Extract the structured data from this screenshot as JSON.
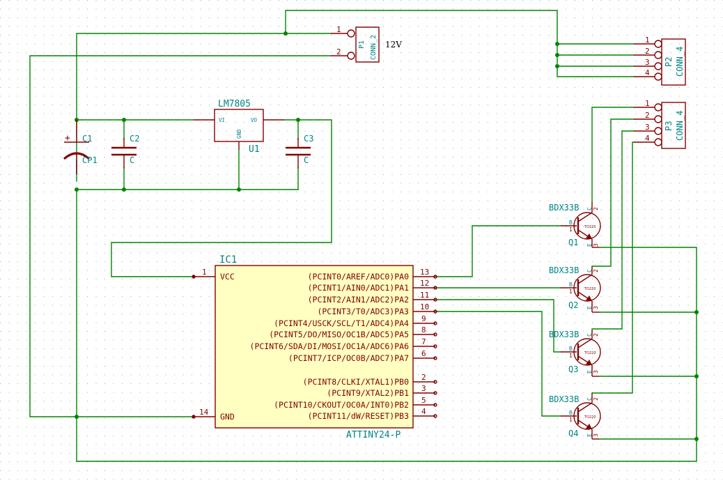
{
  "note_12v": "12V",
  "p1": {
    "ref": "P1",
    "value": "CONN_2",
    "pins": [
      "1",
      "2"
    ]
  },
  "p2": {
    "ref": "P2",
    "value": "CONN_4",
    "pins": [
      "1",
      "2",
      "3",
      "4"
    ]
  },
  "p3": {
    "ref": "P3",
    "value": "CONN_4",
    "pins": [
      "1",
      "2",
      "3",
      "4"
    ]
  },
  "c1": {
    "ref": "C1",
    "value": "CP1",
    "plus": "+"
  },
  "c2": {
    "ref": "C2",
    "value": "C"
  },
  "c3": {
    "ref": "C3",
    "value": "C"
  },
  "u1": {
    "ref": "U1",
    "value": "LM7805",
    "vi": "VI",
    "vo": "VO",
    "gnd": "GND"
  },
  "ic1": {
    "ref": "IC1",
    "value": "ATTINY24-P",
    "vcc": "VCC",
    "gnd": "GND",
    "vcc_pin": "1",
    "gnd_pin": "14",
    "right_pins": [
      {
        "num": "13",
        "name": "(PCINT0/AREF/ADC0)PA0"
      },
      {
        "num": "12",
        "name": "(PCINT1/AIN0/ADC1)PA1"
      },
      {
        "num": "11",
        "name": "(PCINT2/AIN1/ADC2)PA2"
      },
      {
        "num": "10",
        "name": "(PCINT3/T0/ADC3)PA3"
      },
      {
        "num": "9",
        "name": "(PCINT4/USCK/SCL/T1/ADC4)PA4"
      },
      {
        "num": "8",
        "name": "(PCINT5/DO/MISO/OC1B/ADC5)PA5"
      },
      {
        "num": "7",
        "name": "(PCINT6/SDA/DI/MOSI/OC1A/ADC6)PA6"
      },
      {
        "num": "6",
        "name": "(PCINT7/ICP/OC0B/ADC7)PA7"
      },
      {
        "num": "2",
        "name": "(PCINT8/CLKI/XTAL1)PB0"
      },
      {
        "num": "3",
        "name": "(PCINT9/XTAL2)PB1"
      },
      {
        "num": "5",
        "name": "(PCINT10/CKOUT/OC0A/INT0)PB2"
      },
      {
        "num": "4",
        "name": "(PCINT11/dW/RESET)PB3"
      }
    ]
  },
  "transistors": [
    {
      "ref": "Q1",
      "value": "BDX33B",
      "b": "B",
      "c": "C",
      "e": "E",
      "n1": "1",
      "n2": "2",
      "n3": "3",
      "mark": "TO220"
    },
    {
      "ref": "Q2",
      "value": "BDX33B",
      "b": "B",
      "c": "C",
      "e": "E",
      "n1": "1",
      "n2": "2",
      "n3": "3",
      "mark": "TO220"
    },
    {
      "ref": "Q3",
      "value": "BDX33B",
      "b": "B",
      "c": "C",
      "e": "E",
      "n1": "1",
      "n2": "2",
      "n3": "3",
      "mark": "TO220"
    },
    {
      "ref": "Q4",
      "value": "BDX33B",
      "b": "B",
      "c": "C",
      "e": "E",
      "n1": "1",
      "n2": "2",
      "n3": "3",
      "mark": "TO220"
    }
  ],
  "colors": {
    "wire": "#008400",
    "pin": "#840000",
    "label": "#008484",
    "ic_fill": "#ffffc2"
  }
}
